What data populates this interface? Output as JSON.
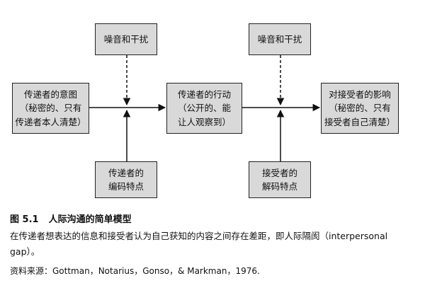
{
  "diagram": {
    "noise_left": [
      "噪音和干扰"
    ],
    "noise_right": [
      "噪音和干扰"
    ],
    "sender_intent": [
      "传递者的意图",
      "（秘密的、只有",
      "传递者本人清楚）"
    ],
    "action": [
      "传递者的行动",
      "（公开的、能",
      "让人观察到）"
    ],
    "receiver_effect": [
      "对接受者的影响",
      "（秘密的、只有",
      "接受者自己清楚）"
    ],
    "sender_encoding": [
      "传递者的",
      "编码特点"
    ],
    "receiver_decoding": [
      "接受者的",
      "解码特点"
    ]
  },
  "caption": {
    "figure_number": "图 5.1",
    "figure_title": "人际沟通的简单模型",
    "description": "在传递者想表达的信息和接受者认为自己获知的内容之间存在差距，即人际隔阂（interpersonal gap）。",
    "source": "资料来源：Gottman，Notarius，Gonso，& Markman，1976."
  }
}
